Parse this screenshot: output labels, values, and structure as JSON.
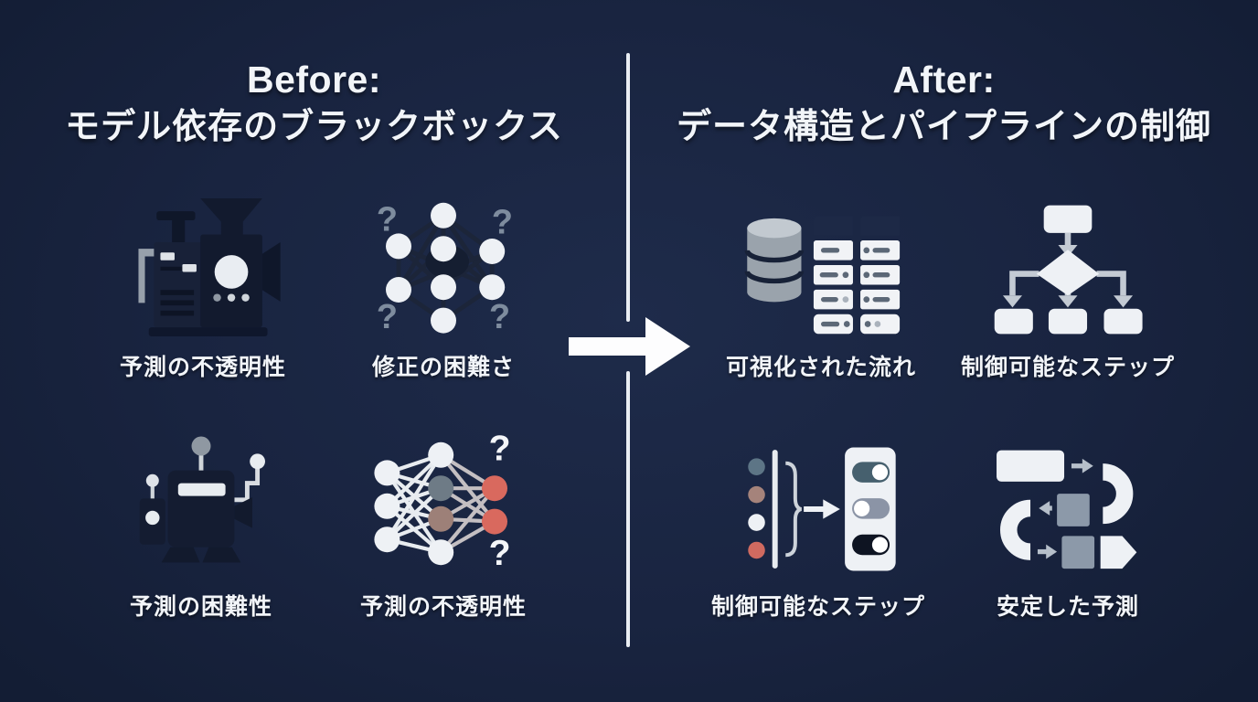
{
  "left_panel": {
    "title_line1": "Before:",
    "title_line2": "モデル依存のブラックボックス",
    "items": [
      {
        "icon": "black-box-machine-icon",
        "label": "予測の不透明性"
      },
      {
        "icon": "neural-network-question-icon",
        "label": "修正の困難さ"
      },
      {
        "icon": "robot-icon",
        "label": "予測の困難性"
      },
      {
        "icon": "neural-network-error-icon",
        "label": "予測の不透明性"
      }
    ]
  },
  "right_panel": {
    "title_line1": "After:",
    "title_line2": "データ構造とパイプラインの制御",
    "items": [
      {
        "icon": "database-table-icon",
        "label": "可視化された流れ"
      },
      {
        "icon": "flowchart-icon",
        "label": "制御可能なステップ"
      },
      {
        "icon": "toggle-pipeline-icon",
        "label": "制御可能なステップ"
      },
      {
        "icon": "stable-flow-icon",
        "label": "安定した予測"
      }
    ]
  },
  "center": {
    "divider": "vertical-divider",
    "arrow": "right-arrow-icon"
  },
  "icons": {
    "question_mark": "?"
  },
  "colors": {
    "background": "#192440",
    "text": "#f2f5f9",
    "divider": "#e9edf2",
    "arrow": "#ffffff",
    "dark_silhouette": "#141c30",
    "node_white": "#eef1f5",
    "node_gray": "#6e7b86",
    "node_mauve": "#9d8078",
    "node_red": "#d9695e",
    "question_gray": "#7e8c9e",
    "panel_white": "#f0f2f6",
    "slate": "#46606e",
    "mid_gray": "#8c99a9",
    "header_navy": "#1d2946"
  }
}
